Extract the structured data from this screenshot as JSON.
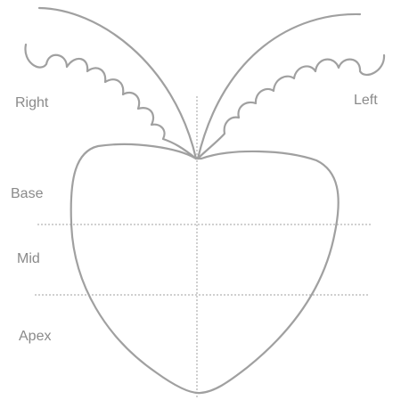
{
  "diagram": {
    "labels": {
      "right": "Right",
      "left": "Left",
      "base": "Base",
      "mid": "Mid",
      "apex": "Apex"
    },
    "colors": {
      "outline": "#a0a0a0",
      "guide": "#a0a0a0",
      "text": "#8a8a8a",
      "background": "#ffffff"
    }
  }
}
